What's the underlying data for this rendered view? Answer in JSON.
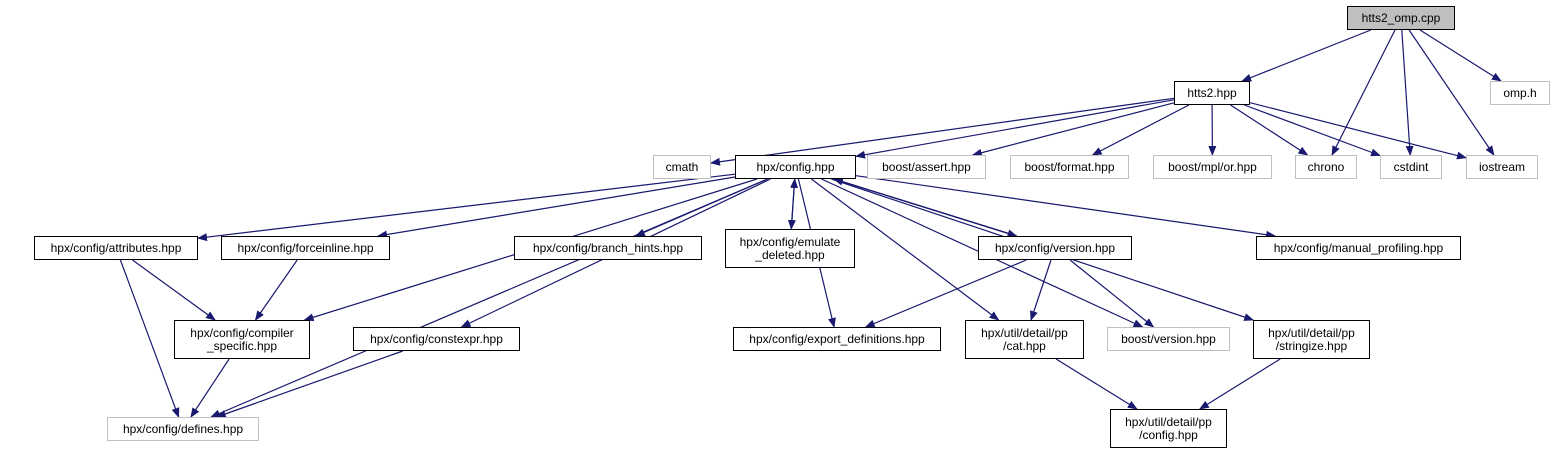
{
  "diagram": {
    "edge_color": "#191970",
    "nodes": {
      "root": {
        "label": "htts2_omp.cpp",
        "style": "root"
      },
      "htts2": {
        "label": "htts2.hpp",
        "style": "internal"
      },
      "omp": {
        "label": "omp.h",
        "style": "external"
      },
      "cmath": {
        "label": "cmath",
        "style": "external"
      },
      "config": {
        "label": "hpx/config.hpp",
        "style": "internal"
      },
      "bassert": {
        "label": "boost/assert.hpp",
        "style": "external"
      },
      "bformat": {
        "label": "boost/format.hpp",
        "style": "external"
      },
      "bmplor": {
        "label": "boost/mpl/or.hpp",
        "style": "external"
      },
      "chrono": {
        "label": "chrono",
        "style": "external"
      },
      "cstdint": {
        "label": "cstdint",
        "style": "external"
      },
      "iostream": {
        "label": "iostream",
        "style": "external"
      },
      "attributes": {
        "label": "hpx/config/attributes.hpp",
        "style": "internal"
      },
      "forceinline": {
        "label": "hpx/config/forceinline.hpp",
        "style": "internal"
      },
      "branch": {
        "label": "hpx/config/branch_hints.hpp",
        "style": "internal"
      },
      "emulate": {
        "label": "hpx/config/emulate\n_deleted.hpp",
        "style": "internal"
      },
      "version": {
        "label": "hpx/config/version.hpp",
        "style": "internal"
      },
      "manual": {
        "label": "hpx/config/manual_profiling.hpp",
        "style": "internal"
      },
      "compiler": {
        "label": "hpx/config/compiler\n_specific.hpp",
        "style": "internal"
      },
      "constexpr": {
        "label": "hpx/config/constexpr.hpp",
        "style": "internal"
      },
      "export": {
        "label": "hpx/config/export_definitions.hpp",
        "style": "internal"
      },
      "cat": {
        "label": "hpx/util/detail/pp\n/cat.hpp",
        "style": "internal"
      },
      "bversion": {
        "label": "boost/version.hpp",
        "style": "external"
      },
      "stringize": {
        "label": "hpx/util/detail/pp\n/stringize.hpp",
        "style": "internal"
      },
      "defines": {
        "label": "hpx/config/defines.hpp",
        "style": "external"
      },
      "ppconfig": {
        "label": "hpx/util/detail/pp\n/config.hpp",
        "style": "internal"
      }
    },
    "edges": [
      [
        "root",
        "htts2"
      ],
      [
        "root",
        "omp"
      ],
      [
        "root",
        "chrono"
      ],
      [
        "root",
        "cstdint"
      ],
      [
        "root",
        "iostream"
      ],
      [
        "htts2",
        "cmath"
      ],
      [
        "htts2",
        "config"
      ],
      [
        "htts2",
        "bassert"
      ],
      [
        "htts2",
        "bformat"
      ],
      [
        "htts2",
        "bmplor"
      ],
      [
        "htts2",
        "chrono"
      ],
      [
        "htts2",
        "cstdint"
      ],
      [
        "htts2",
        "iostream"
      ],
      [
        "config",
        "attributes"
      ],
      [
        "config",
        "forceinline"
      ],
      [
        "config",
        "branch"
      ],
      [
        "config",
        "emulate"
      ],
      [
        "config",
        "version"
      ],
      [
        "config",
        "manual"
      ],
      [
        "config",
        "compiler"
      ],
      [
        "config",
        "constexpr"
      ],
      [
        "config",
        "export"
      ],
      [
        "config",
        "cat"
      ],
      [
        "config",
        "bversion"
      ],
      [
        "config",
        "stringize"
      ],
      [
        "config",
        "defines"
      ],
      [
        "emulate",
        "config"
      ],
      [
        "version",
        "config"
      ],
      [
        "version",
        "export"
      ],
      [
        "version",
        "cat"
      ],
      [
        "version",
        "bversion"
      ],
      [
        "attributes",
        "compiler"
      ],
      [
        "attributes",
        "defines"
      ],
      [
        "forceinline",
        "compiler"
      ],
      [
        "compiler",
        "defines"
      ],
      [
        "constexpr",
        "defines"
      ],
      [
        "cat",
        "ppconfig"
      ],
      [
        "stringize",
        "ppconfig"
      ]
    ]
  }
}
